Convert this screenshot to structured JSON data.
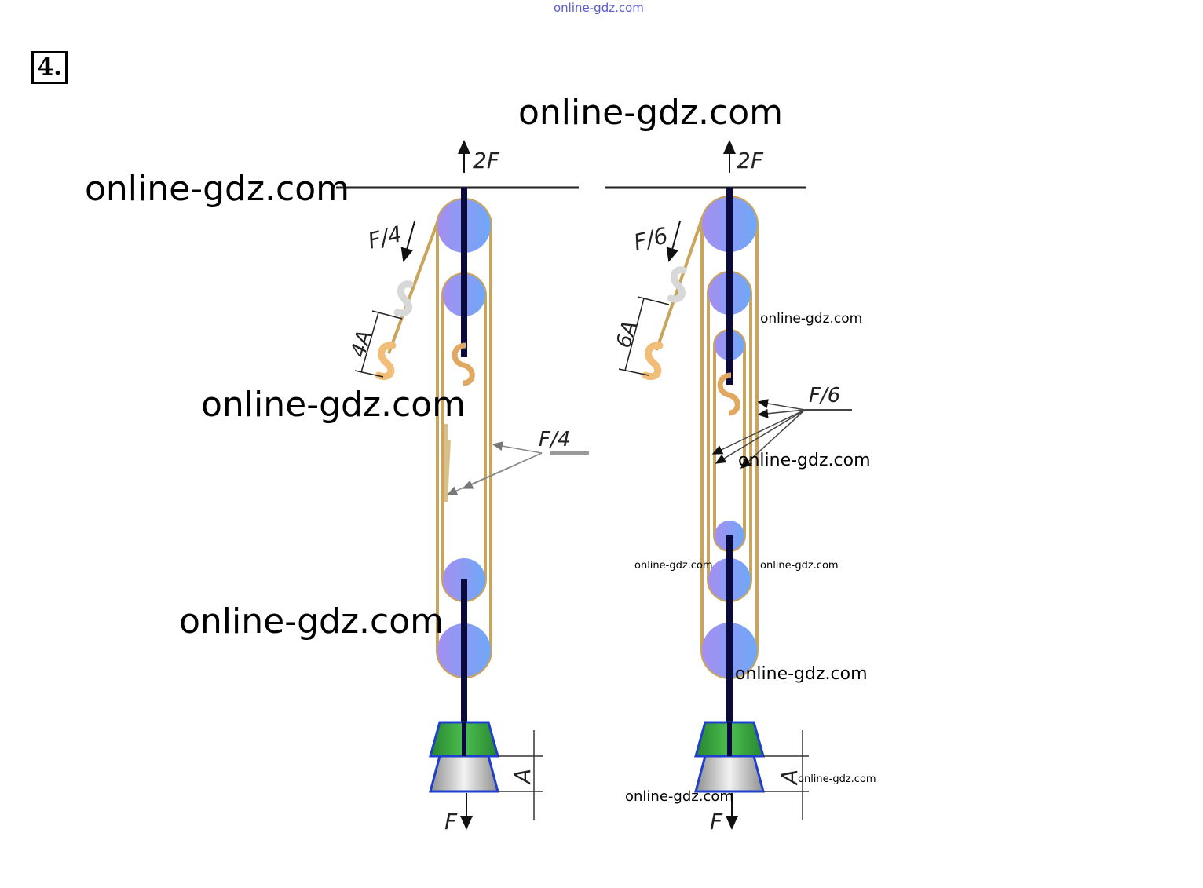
{
  "problem_number": "4.",
  "watermarks": {
    "top": "online-gdz.com",
    "w1": "online-gdz.com",
    "w2": "online-gdz.com",
    "w3": "online-gdz.com",
    "w4": "online-gdz.com",
    "w5": "online-gdz.com",
    "w6": "online-gdz.com",
    "w7": "online-gdz.com",
    "w8": "online-gdz.com",
    "w9": "online-gdz.com",
    "w10": "online-gdz.com",
    "w11": "online-gdz.com",
    "w12": "online-gdz.com"
  },
  "left_diagram": {
    "top_force": "2F",
    "pull_force": "F/4",
    "pull_distance": "4A",
    "inner_force": "F/4",
    "load_distance": "A",
    "load_force": "F"
  },
  "right_diagram": {
    "top_force": "2F",
    "pull_force": "F/6",
    "pull_distance": "6A",
    "inner_force": "F/6",
    "load_distance": "A",
    "load_force": "F"
  },
  "colors": {
    "pulley_fill": "#7f8ff5",
    "rope": "#c8a45c",
    "rod": "#0a0a3c",
    "load_top": "#2e9a3a",
    "load_bottom": "#bdbdbd",
    "hook": "#f0be78"
  }
}
